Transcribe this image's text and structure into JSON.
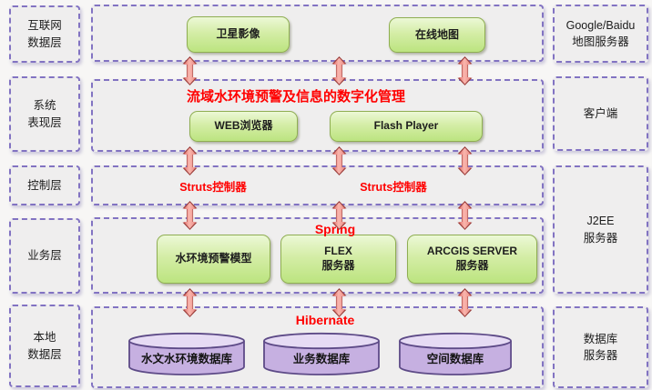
{
  "left_layers": [
    {
      "label": "互联网\n数据层"
    },
    {
      "label": "系统\n表现层"
    },
    {
      "label": "控制层"
    },
    {
      "label": "业务层"
    },
    {
      "label": "本地\n数据层"
    }
  ],
  "right_servers": [
    {
      "label": "Google/Baidu\n地图服务器"
    },
    {
      "label": "客户端"
    },
    {
      "label": "J2EE\n服务器"
    },
    {
      "label": "数据库\n服务器"
    }
  ],
  "internet_layer": {
    "boxes": [
      {
        "label": "卫星影像"
      },
      {
        "label": "在线地图"
      }
    ]
  },
  "presentation_layer": {
    "title": "流域水环境预警及信息的数字化管理",
    "boxes": [
      {
        "label": "WEB浏览器"
      },
      {
        "label": "Flash Player"
      }
    ]
  },
  "control_layer": {
    "labels": [
      {
        "label": "Struts控制器"
      },
      {
        "label": "Struts控制器"
      }
    ]
  },
  "business_layer": {
    "framework": "Spring",
    "boxes": [
      {
        "label": "水环境预警模型"
      },
      {
        "label": "FLEX\n服务器"
      },
      {
        "label": "ARCGIS SERVER\n服务器"
      }
    ]
  },
  "local_data_layer": {
    "framework": "Hibernate",
    "databases": [
      {
        "label": "水文水环境数据库"
      },
      {
        "label": "业务数据库"
      },
      {
        "label": "空间数据库"
      }
    ]
  },
  "colors": {
    "accent_red": "#ff0000",
    "green_box_fill": "#cdea9b",
    "green_box_border": "#8fae52",
    "dashed_border_purple": "#8273c2",
    "panel_fill": "#efeeee",
    "cylinder_fill": "#c6b0e1",
    "cylinder_border": "#5d4a87",
    "arrow_red": "#ea837d"
  }
}
